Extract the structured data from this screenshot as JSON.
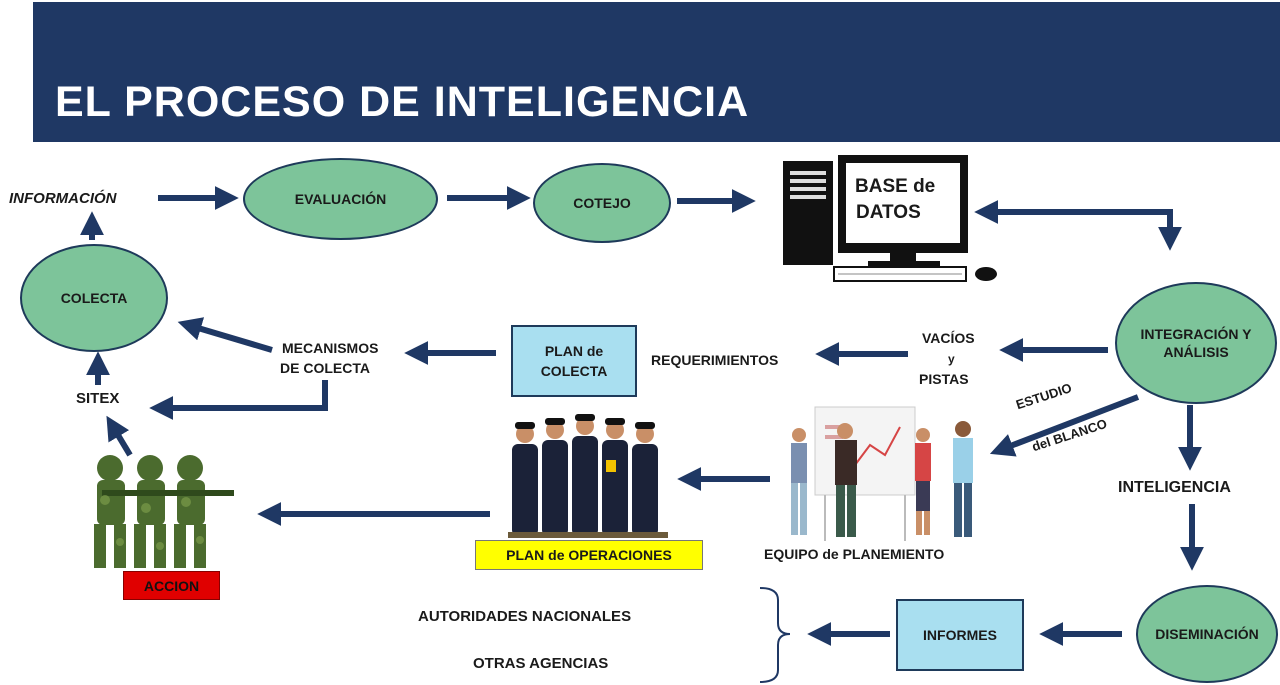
{
  "title": "EL PROCESO DE INTELIGENCIA",
  "nodes": {
    "informacion": "INFORMACIÓN",
    "evaluacion": "EVALUACIÓN",
    "cotejo": "COTEJO",
    "base_datos_1": "BASE de",
    "base_datos_2": "DATOS",
    "integracion_1": "INTEGRACIÓN Y",
    "integracion_2": "ANÁLISIS",
    "colecta": "COLECTA",
    "mecanismos_1": "MECANISMOS",
    "mecanismos_2": "DE COLECTA",
    "plan_colecta_1": "PLAN de",
    "plan_colecta_2": "COLECTA",
    "requerimientos": "REQUERIMIENTOS",
    "vacios": "VACÍOS",
    "y": "y",
    "pistas": "PISTAS",
    "sitex": "SITEX",
    "estudio": "ESTUDIO",
    "del_blanco": "del BLANCO",
    "inteligencia": "INTELIGENCIA",
    "equipo": "EQUIPO de PLANEMIENTO",
    "plan_operaciones": "PLAN de OPERACIONES",
    "accion": "ACCION",
    "autoridades": "AUTORIDADES NACIONALES",
    "otras_agencias": "OTRAS AGENCIAS",
    "informes": "INFORMES",
    "diseminacion": "DISEMINACIÓN"
  },
  "colors": {
    "banner": "#1f3864",
    "oval_fill": "#7dc49a",
    "box_fill": "#a9dff0",
    "arrow": "#1f3864",
    "plan_operaciones_fill": "#ffff00",
    "accion_fill": "#e00000"
  },
  "illustrations": {
    "computer": "computer-icon",
    "police": "police-officers-illustration",
    "planning_team": "planning-team-illustration",
    "soldiers": "soldiers-illustration"
  }
}
